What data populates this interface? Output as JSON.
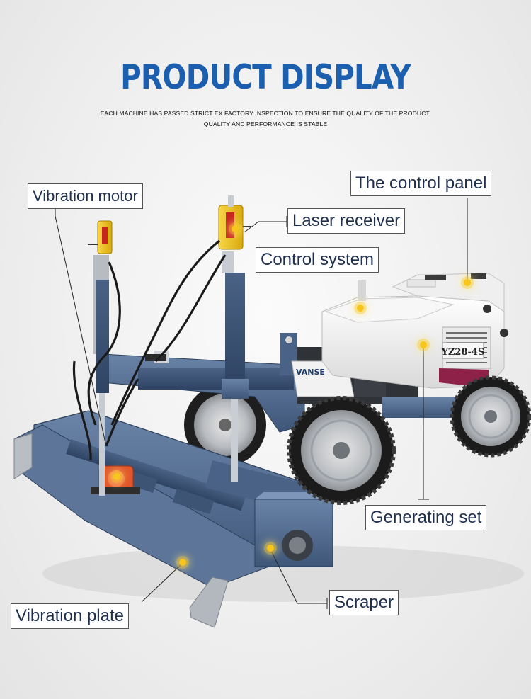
{
  "header": {
    "title": "PRODUCT DISPLAY",
    "subtitle_line1": "EACH MACHINE HAS PASSED STRICT EX FACTORY INSPECTION TO ENSURE THE QUALITY OF THE PRODUCT.",
    "subtitle_line2": "QUALITY AND PERFORMANCE IS STABLE"
  },
  "machine": {
    "brand_text": "VANSE",
    "model_plate": "YZ28-4S"
  },
  "callouts": {
    "vibration_motor": "Vibration motor",
    "laser_receiver": "Laser receiver",
    "control_system": "Control system",
    "control_panel": "The control panel",
    "generating_set": "Generating set",
    "scraper": "Scraper",
    "vibration_plate": "Vibration plate"
  },
  "colors": {
    "title_blue": "#1b5fae",
    "frame_steel_blue": "#4f6a8f",
    "body_white": "#f4f4f4",
    "receiver_yellow": "#f2c21a",
    "motor_orange": "#e0562a",
    "hotspot_yellow": "#f7c51c"
  }
}
